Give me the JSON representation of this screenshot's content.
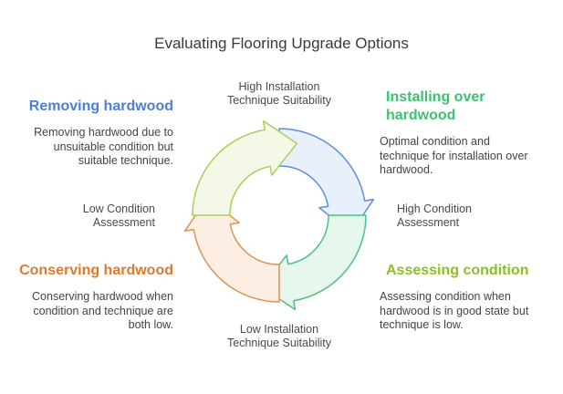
{
  "title": "Evaluating Flooring Upgrade Options",
  "axes": {
    "top": [
      "High Installation",
      "Technique Suitability"
    ],
    "bottom": [
      "Low Installation",
      "Technique Suitability"
    ],
    "left": [
      "Low Condition",
      "Assessment"
    ],
    "right": [
      "High Condition",
      "Assessment"
    ]
  },
  "quadrants": {
    "top_left": {
      "heading": [
        "Removing hardwood"
      ],
      "description": [
        "Removing hardwood due to",
        "unsuitable condition but",
        "suitable technique."
      ],
      "color": "#4a7fd8"
    },
    "top_right": {
      "heading": [
        "Installing over",
        "hardwood"
      ],
      "description": [
        "Optimal condition and",
        "technique for installation over",
        "hardwood."
      ],
      "color": "#3fbf6f"
    },
    "bottom_left": {
      "heading": [
        "Conserving hardwood"
      ],
      "description": [
        "Conserving hardwood when",
        "condition and technique are",
        "both low."
      ],
      "color": "#e0782a"
    },
    "bottom_right": {
      "heading": [
        "Assessing condition"
      ],
      "description": [
        "Assessing condition when",
        "hardwood is in good state but",
        "technique is low."
      ],
      "color": "#8bbf28"
    }
  },
  "segments": {
    "top_right": {
      "fill": "#e8f0fc",
      "stroke": "#5b8de0"
    },
    "bottom_right": {
      "fill": "#e6f8ee",
      "stroke": "#4cc27f"
    },
    "bottom_left": {
      "fill": "#fdeee3",
      "stroke": "#e0924f"
    },
    "top_left": {
      "fill": "#f3f9e6",
      "stroke": "#a9cf5a"
    }
  }
}
